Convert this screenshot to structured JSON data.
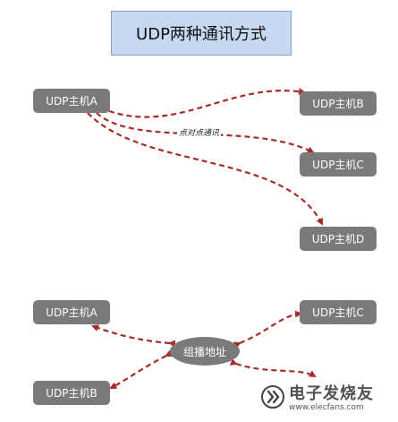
{
  "title": "UDP两种通讯方式",
  "point_to_point": {
    "source": "UDP主机A",
    "targets": [
      "UDP主机B",
      "UDP主机C",
      "UDP主机D"
    ],
    "edge_label": "点对点通讯"
  },
  "multicast": {
    "hub": "组播地址",
    "members": [
      "UDP主机A",
      "UDP主机C",
      "UDP主机B"
    ]
  },
  "watermark": {
    "text": "电子发烧友",
    "url": "www.elecfans.com"
  },
  "colors": {
    "title_bg": "#c6d9f1",
    "node_bg": "#7a7a7a",
    "arrow": "#a82a2a"
  }
}
